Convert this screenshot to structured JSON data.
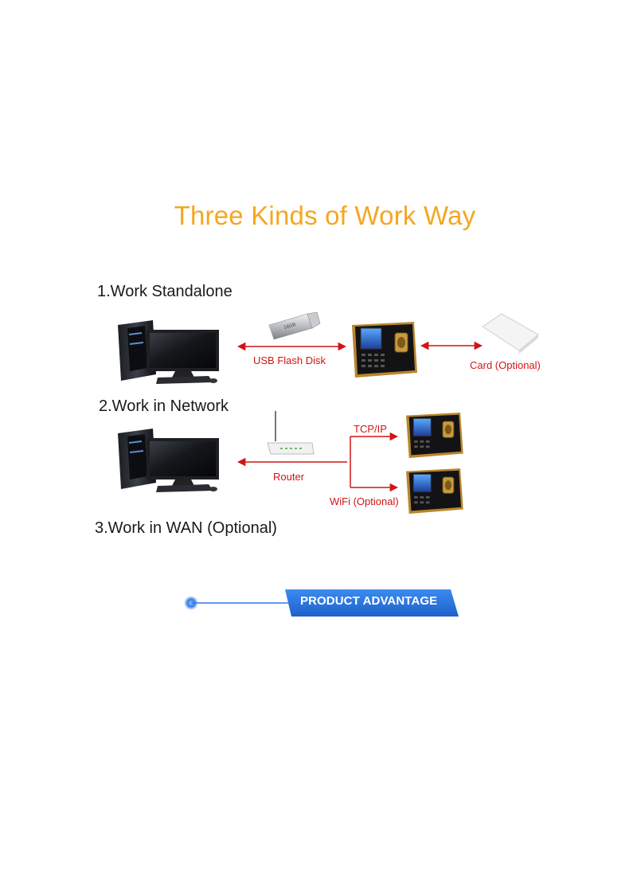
{
  "title": "Three Kinds of Work Way",
  "sections": [
    {
      "label": "1.Work Standalone"
    },
    {
      "label": "2.Work in Network"
    },
    {
      "label": "3.Work in WAN (Optional)"
    }
  ],
  "connections": {
    "usb": "USB Flash Disk",
    "card": "Card (Optional)",
    "router": "Router",
    "tcpip": "TCP/IP",
    "wifi": "WiFi (Optional)"
  },
  "usb_device_text": "16GB",
  "banner": {
    "label": "PRODUCT ADVANTAGE"
  },
  "colors": {
    "title": "#f5a623",
    "arrow": "#d01515",
    "banner_blue": "#2f7ae5",
    "device_gold": "#b8862b"
  }
}
